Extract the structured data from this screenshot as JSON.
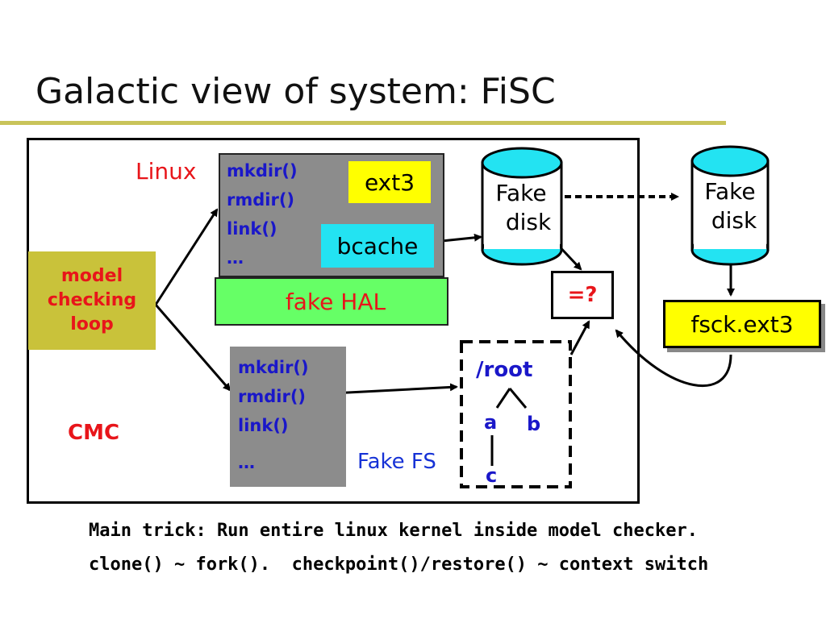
{
  "title": "Galactic view of system: FiSC",
  "linux_label": "Linux",
  "cmc_label": "CMC",
  "model_checking_loop": [
    "model",
    "checking",
    "loop"
  ],
  "linux_calls": [
    "mkdir()",
    "rmdir()",
    "link()",
    "…"
  ],
  "fakefs_calls": [
    "mkdir()",
    "rmdir()",
    "link()",
    "…"
  ],
  "ext3_label": "ext3",
  "bcache_label": "bcache",
  "fake_hal_label": "fake HAL",
  "fake_disk_1": [
    "Fake",
    "disk"
  ],
  "fake_disk_2": [
    "Fake",
    "disk"
  ],
  "compare_label": "=?",
  "fsck_label": "fsck.ext3",
  "fake_fs_label": "Fake FS",
  "tree": {
    "root": "/root",
    "a": "a",
    "b": "b",
    "c": "c"
  },
  "bottom_lines": [
    "Main trick: Run entire linux kernel inside model checker.",
    "clone() ~ fork().  checkpoint()/restore() ~ context switch"
  ],
  "colors": {
    "rule": "#c9c45a",
    "mcl_bg": "#c9c23a",
    "hal_bg": "#66ff66",
    "disk_top": "#23e3f2",
    "ext3_bg": "#ffff00",
    "red": "#e8151a",
    "blue": "#1632d6"
  }
}
